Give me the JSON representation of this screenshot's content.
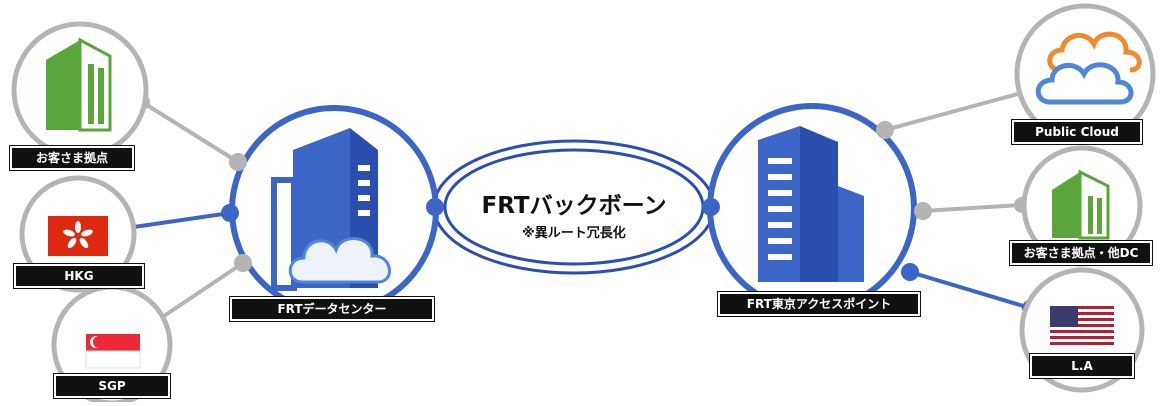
{
  "colors": {
    "blue": "#3b66c8",
    "dark_blue": "#2a4fae",
    "grey": "#b4b4b4",
    "green": "#5aa63a",
    "cloud_blue": "#4f87d8",
    "cloud_orange": "#f08a2a",
    "label_bg": "#111111"
  },
  "backbone": {
    "title": "FRTバックボーン",
    "subtitle": "※異ルート冗長化"
  },
  "hubs": {
    "datacenter": "FRTデータセンター",
    "tokyo_ap": "FRT東京アクセスポイント"
  },
  "left_nodes": [
    {
      "label": "お客さま拠点",
      "icon": "building-icon",
      "link": "grey"
    },
    {
      "label": "HKG",
      "icon": "hong-kong-flag-icon",
      "link": "blue"
    },
    {
      "label": "SGP",
      "icon": "singapore-flag-icon",
      "link": "grey"
    }
  ],
  "right_nodes": [
    {
      "label": "Public Cloud",
      "icon": "cloud-icon",
      "link": "grey"
    },
    {
      "label": "お客さま拠点・他DC",
      "icon": "building-icon",
      "link": "grey"
    },
    {
      "label": "L.A",
      "icon": "usa-flag-icon",
      "link": "blue"
    }
  ]
}
